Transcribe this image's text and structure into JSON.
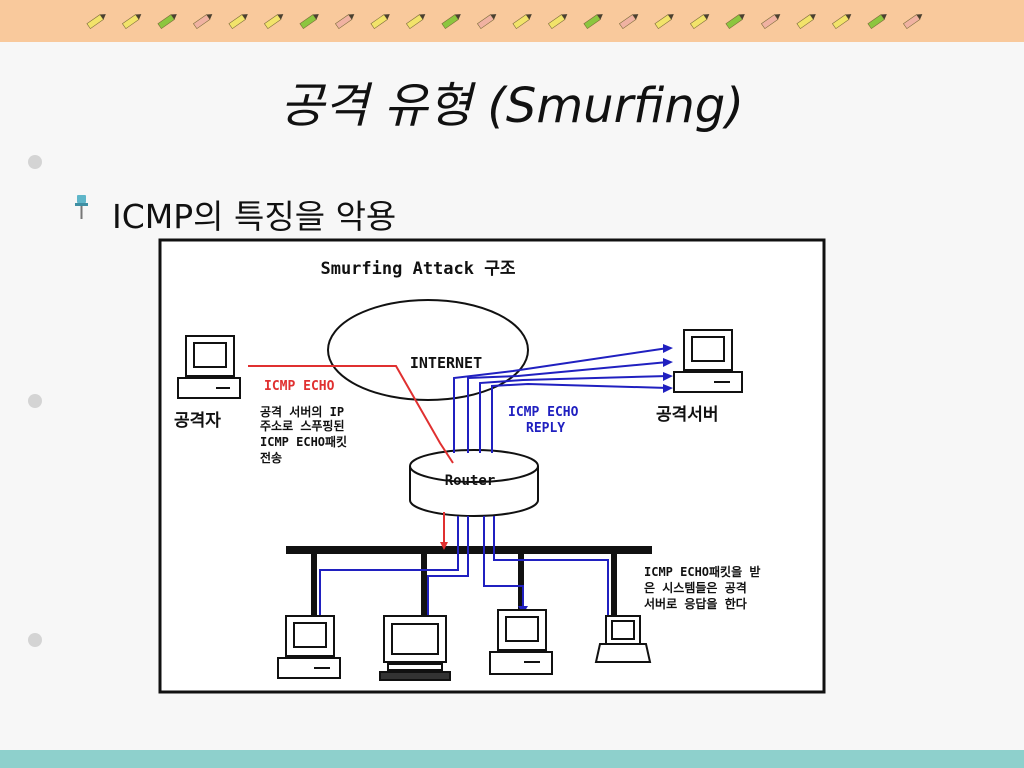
{
  "slide": {
    "title": "공격 유형 (Smurfing)",
    "bullet": "ICMP의 특징을 악용"
  },
  "diagram": {
    "title": "Smurfing Attack 구조",
    "internet_label": "INTERNET",
    "router_label": "Router",
    "attacker_label": "공격자",
    "attacker_desc": [
      "공격 서버의 IP",
      "주소로 스푸핑된",
      "ICMP ECHO패킷",
      "전송"
    ],
    "request_label": "ICMP ECHO",
    "reply_label": [
      "ICMP ECHO",
      "REPLY"
    ],
    "victim_label": "공격서버",
    "response_desc": [
      "ICMP ECHO패킷을 받",
      "은 시스템들은 공격",
      "서버로 응답을 한다"
    ]
  },
  "colors": {
    "top_band": "#f9c99c",
    "bottom_band": "#8ed0cc",
    "attack_line": "#e03030",
    "reply_line": "#2020c0"
  }
}
